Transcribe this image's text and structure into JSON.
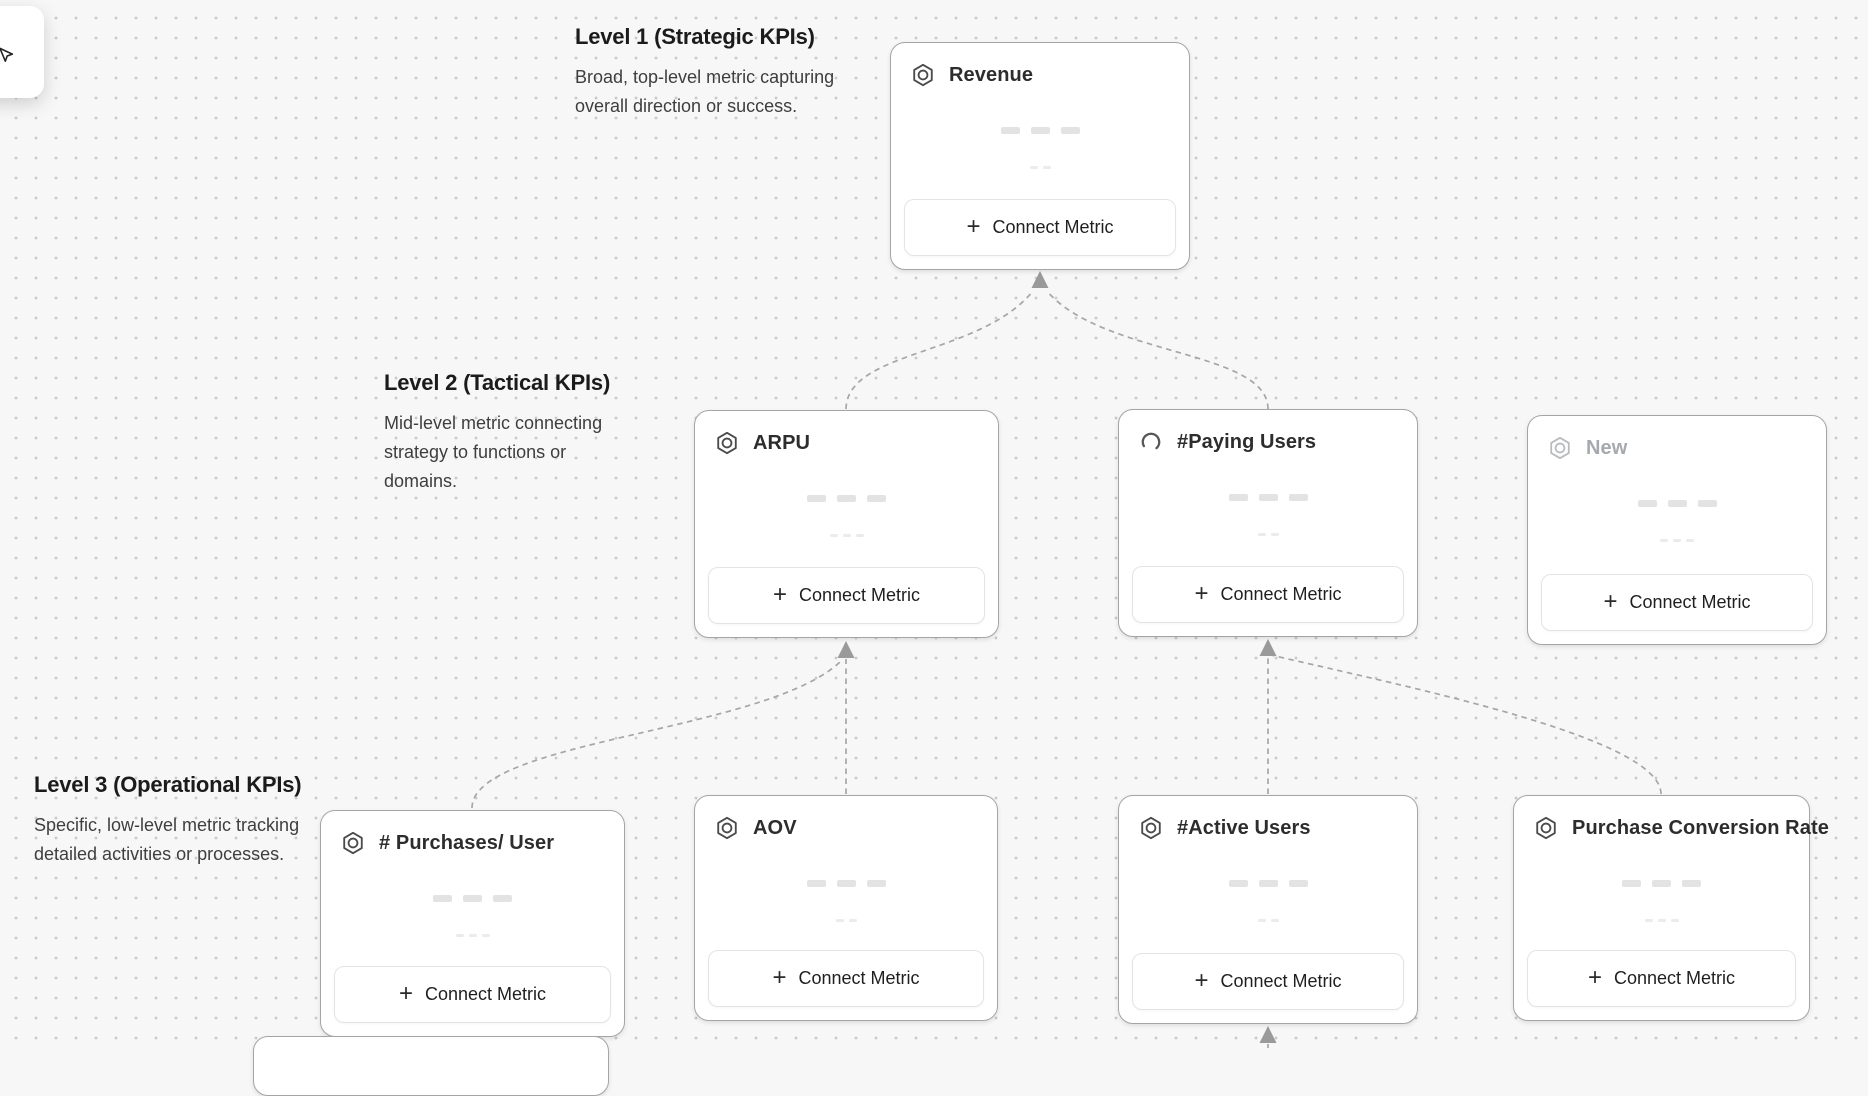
{
  "levels": [
    {
      "title": "Level 1 (Strategic KPIs)",
      "description": "Broad, top-level metric capturing overall direction or success."
    },
    {
      "title": "Level 2 (Tactical KPIs)",
      "description": "Mid-level metric connecting strategy to functions or domains."
    },
    {
      "title": "Level 3 (Operational KPIs)",
      "description": "Specific, low-level metric tracking detailed activities or processes."
    }
  ],
  "cards": [
    {
      "id": "revenue",
      "title": "Revenue",
      "icon": "metric-hexagon-icon",
      "state": "default",
      "connect_label": "Connect Metric"
    },
    {
      "id": "arpu",
      "title": "ARPU",
      "icon": "metric-hexagon-icon",
      "state": "default",
      "connect_label": "Connect Metric"
    },
    {
      "id": "paying-users",
      "title": "#Paying Users",
      "icon": "spinner-icon",
      "state": "loading",
      "connect_label": "Connect Metric"
    },
    {
      "id": "new",
      "title": "New",
      "icon": "metric-hexagon-icon",
      "state": "draft",
      "connect_label": "Connect Metric"
    },
    {
      "id": "purchases-per-user",
      "title": "# Purchases/ User",
      "icon": "metric-hexagon-icon",
      "state": "default",
      "connect_label": "Connect Metric"
    },
    {
      "id": "aov",
      "title": "AOV",
      "icon": "metric-hexagon-icon",
      "state": "default",
      "connect_label": "Connect Metric"
    },
    {
      "id": "active-users",
      "title": "#Active Users",
      "icon": "metric-hexagon-icon",
      "state": "default",
      "connect_label": "Connect Metric"
    },
    {
      "id": "purchase-conversion-rate",
      "title": "Purchase Conversion Rate",
      "icon": "metric-hexagon-icon",
      "state": "default",
      "connect_label": "Connect Metric"
    }
  ],
  "edges": [
    {
      "from": "arpu",
      "to": "revenue"
    },
    {
      "from": "paying-users",
      "to": "revenue"
    },
    {
      "from": "purchases-per-user",
      "to": "arpu"
    },
    {
      "from": "aov",
      "to": "arpu"
    },
    {
      "from": "active-users",
      "to": "paying-users"
    },
    {
      "from": "purchase-conversion-rate",
      "to": "paying-users"
    },
    {
      "from": "offscreen-below",
      "to": "active-users"
    }
  ],
  "colors": {
    "canvas_bg": "#f7f7f7",
    "dot_grid": "#c9c9c9",
    "card_border": "#a5a5a5",
    "connector": "#a6a6a6",
    "arrowhead": "#9a9a9a",
    "title_text": "#2d2d2d",
    "draft_text": "#a6a9ad"
  },
  "floating_panel": {
    "icon": "cursor-icon"
  }
}
